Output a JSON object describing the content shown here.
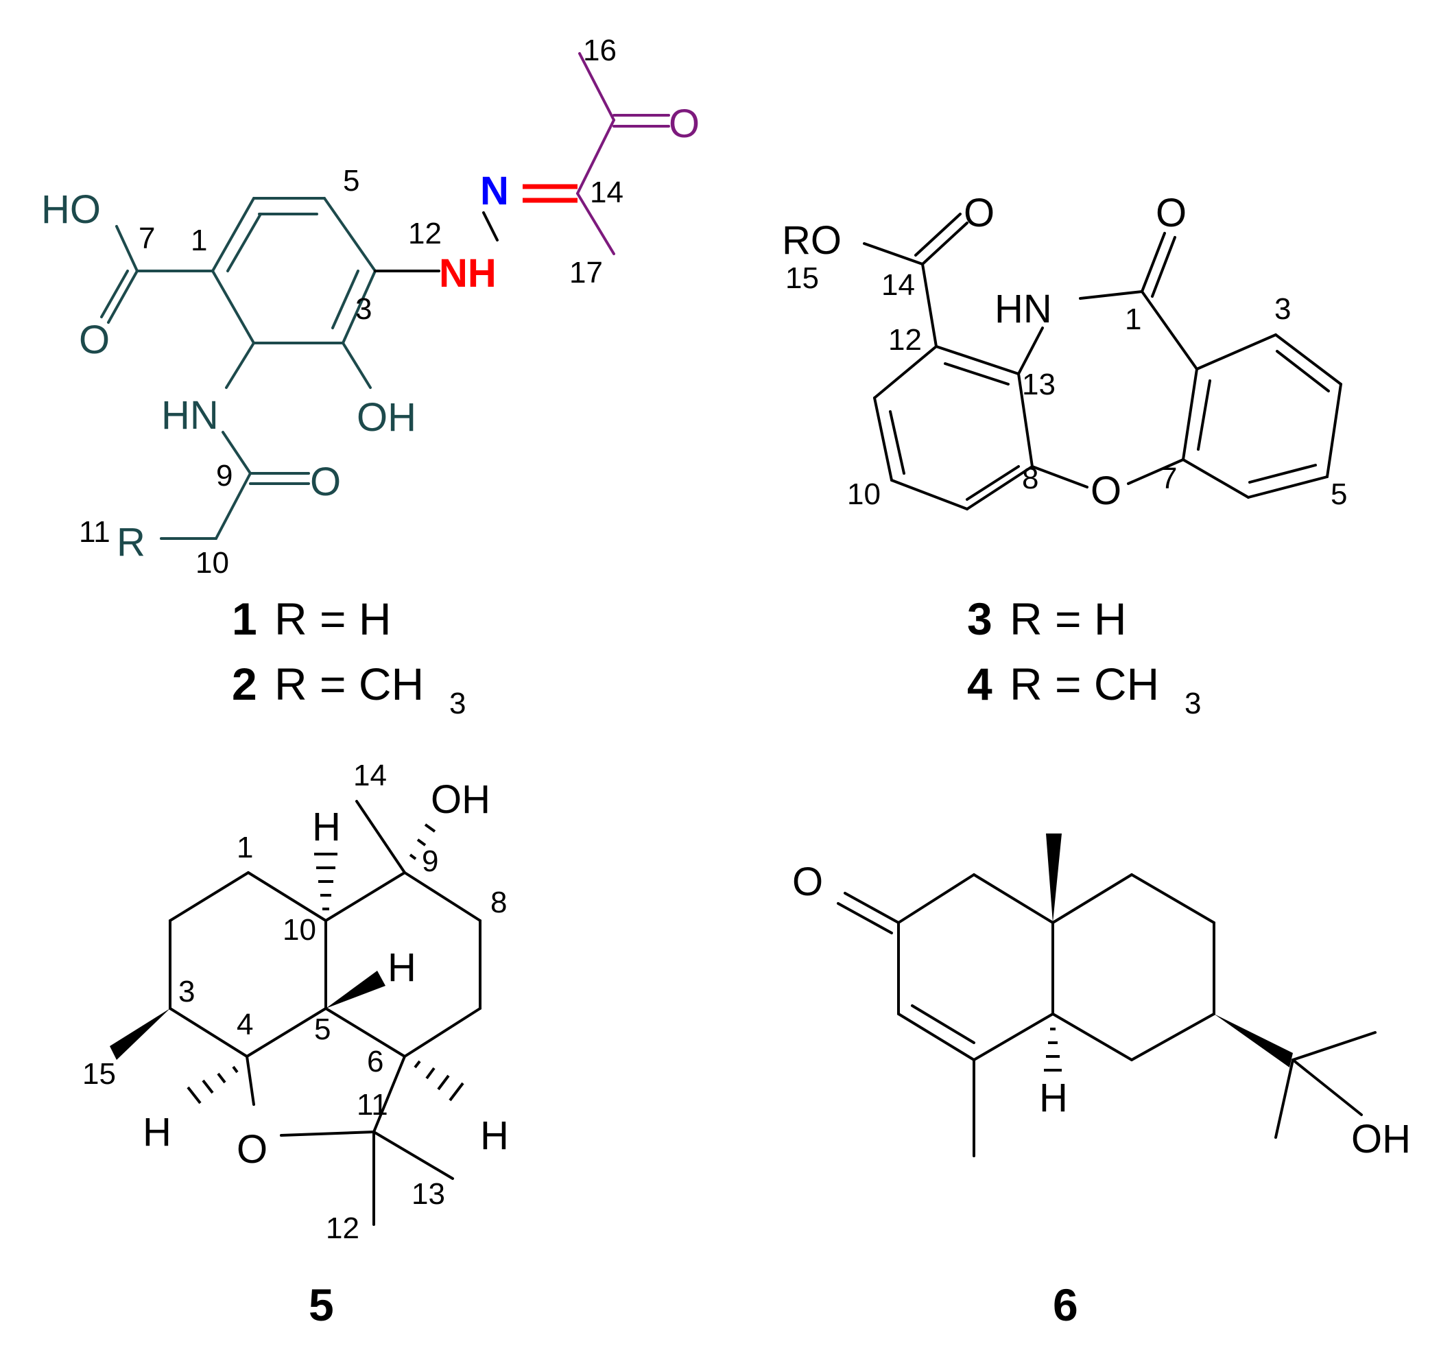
{
  "colors": {
    "teal": "#1d4a4c",
    "purple": "#7d1a7d",
    "red": "#ff0000",
    "blue": "#0000ff",
    "black": "#000000"
  },
  "compound1": {
    "atoms": {
      "ho": "HO",
      "o_acid": "O",
      "hn": "HN",
      "o_amide": "O",
      "oh": "OH",
      "nh": "NH",
      "n": "N",
      "o_ketone": "O",
      "r": "R"
    },
    "nums": {
      "n1": "1",
      "n3": "3",
      "n5": "5",
      "n7": "7",
      "n9": "9",
      "n10": "10",
      "n11": "11",
      "n12": "12",
      "n14": "14",
      "n16": "16",
      "n17": "17"
    }
  },
  "compound3": {
    "atoms": {
      "ro": "RO",
      "o_ester": "O",
      "hn": "HN",
      "o_lactam": "O",
      "o_ether": "O"
    },
    "nums": {
      "n1": "1",
      "n3": "3",
      "n5": "5",
      "n7": "7",
      "n8": "8",
      "n10": "10",
      "n12": "12",
      "n13": "13",
      "n14": "14",
      "n15": "15"
    }
  },
  "compound5": {
    "atoms": {
      "oh": "OH",
      "o": "O",
      "h10": "H",
      "h5": "H",
      "h4": "H",
      "h6": "H"
    },
    "nums": {
      "n1": "1",
      "n3": "3",
      "n4": "4",
      "n5": "5",
      "n6": "6",
      "n8": "8",
      "n9": "9",
      "n10": "10",
      "n11": "11",
      "n12": "12",
      "n13": "13",
      "n14": "14",
      "n15": "15"
    }
  },
  "compound6": {
    "atoms": {
      "o": "O",
      "h": "H",
      "oh": "OH"
    }
  },
  "captions": {
    "c1": {
      "num": "1",
      "text": "R = H"
    },
    "c2": {
      "num": "2",
      "text": "R = CH",
      "sub": "3"
    },
    "c3": {
      "num": "3",
      "text": "R = H"
    },
    "c4": {
      "num": "4",
      "text": "R = CH",
      "sub": "3"
    },
    "c5": {
      "num": "5"
    },
    "c6": {
      "num": "6"
    }
  }
}
